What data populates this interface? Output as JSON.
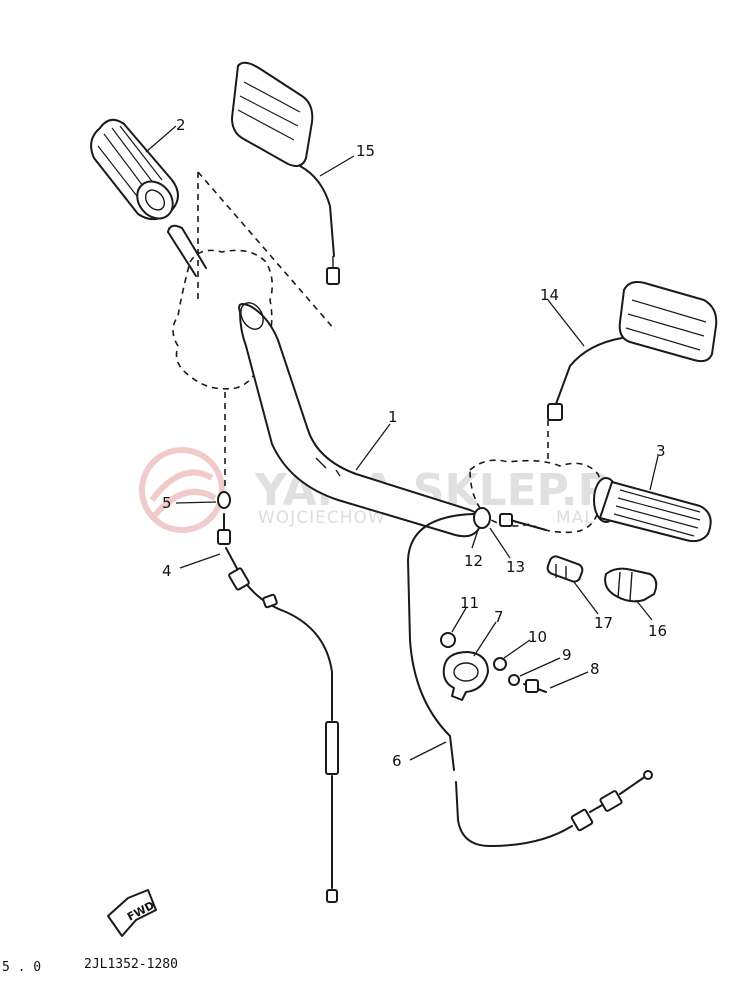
{
  "watermark": {
    "brand": "YAMA-SKLEP.P",
    "subtitle": "WOJCIECHOW",
    "subtitle_tail": "MAL"
  },
  "callouts": [
    "1",
    "2",
    "3",
    "4",
    "5",
    "6",
    "7",
    "8",
    "9",
    "10",
    "11",
    "12",
    "13",
    "14",
    "15",
    "16",
    "17"
  ],
  "direction_badge": "FWD",
  "drawing_code": "2JL1352-1280",
  "page_marker": "5 . 0"
}
